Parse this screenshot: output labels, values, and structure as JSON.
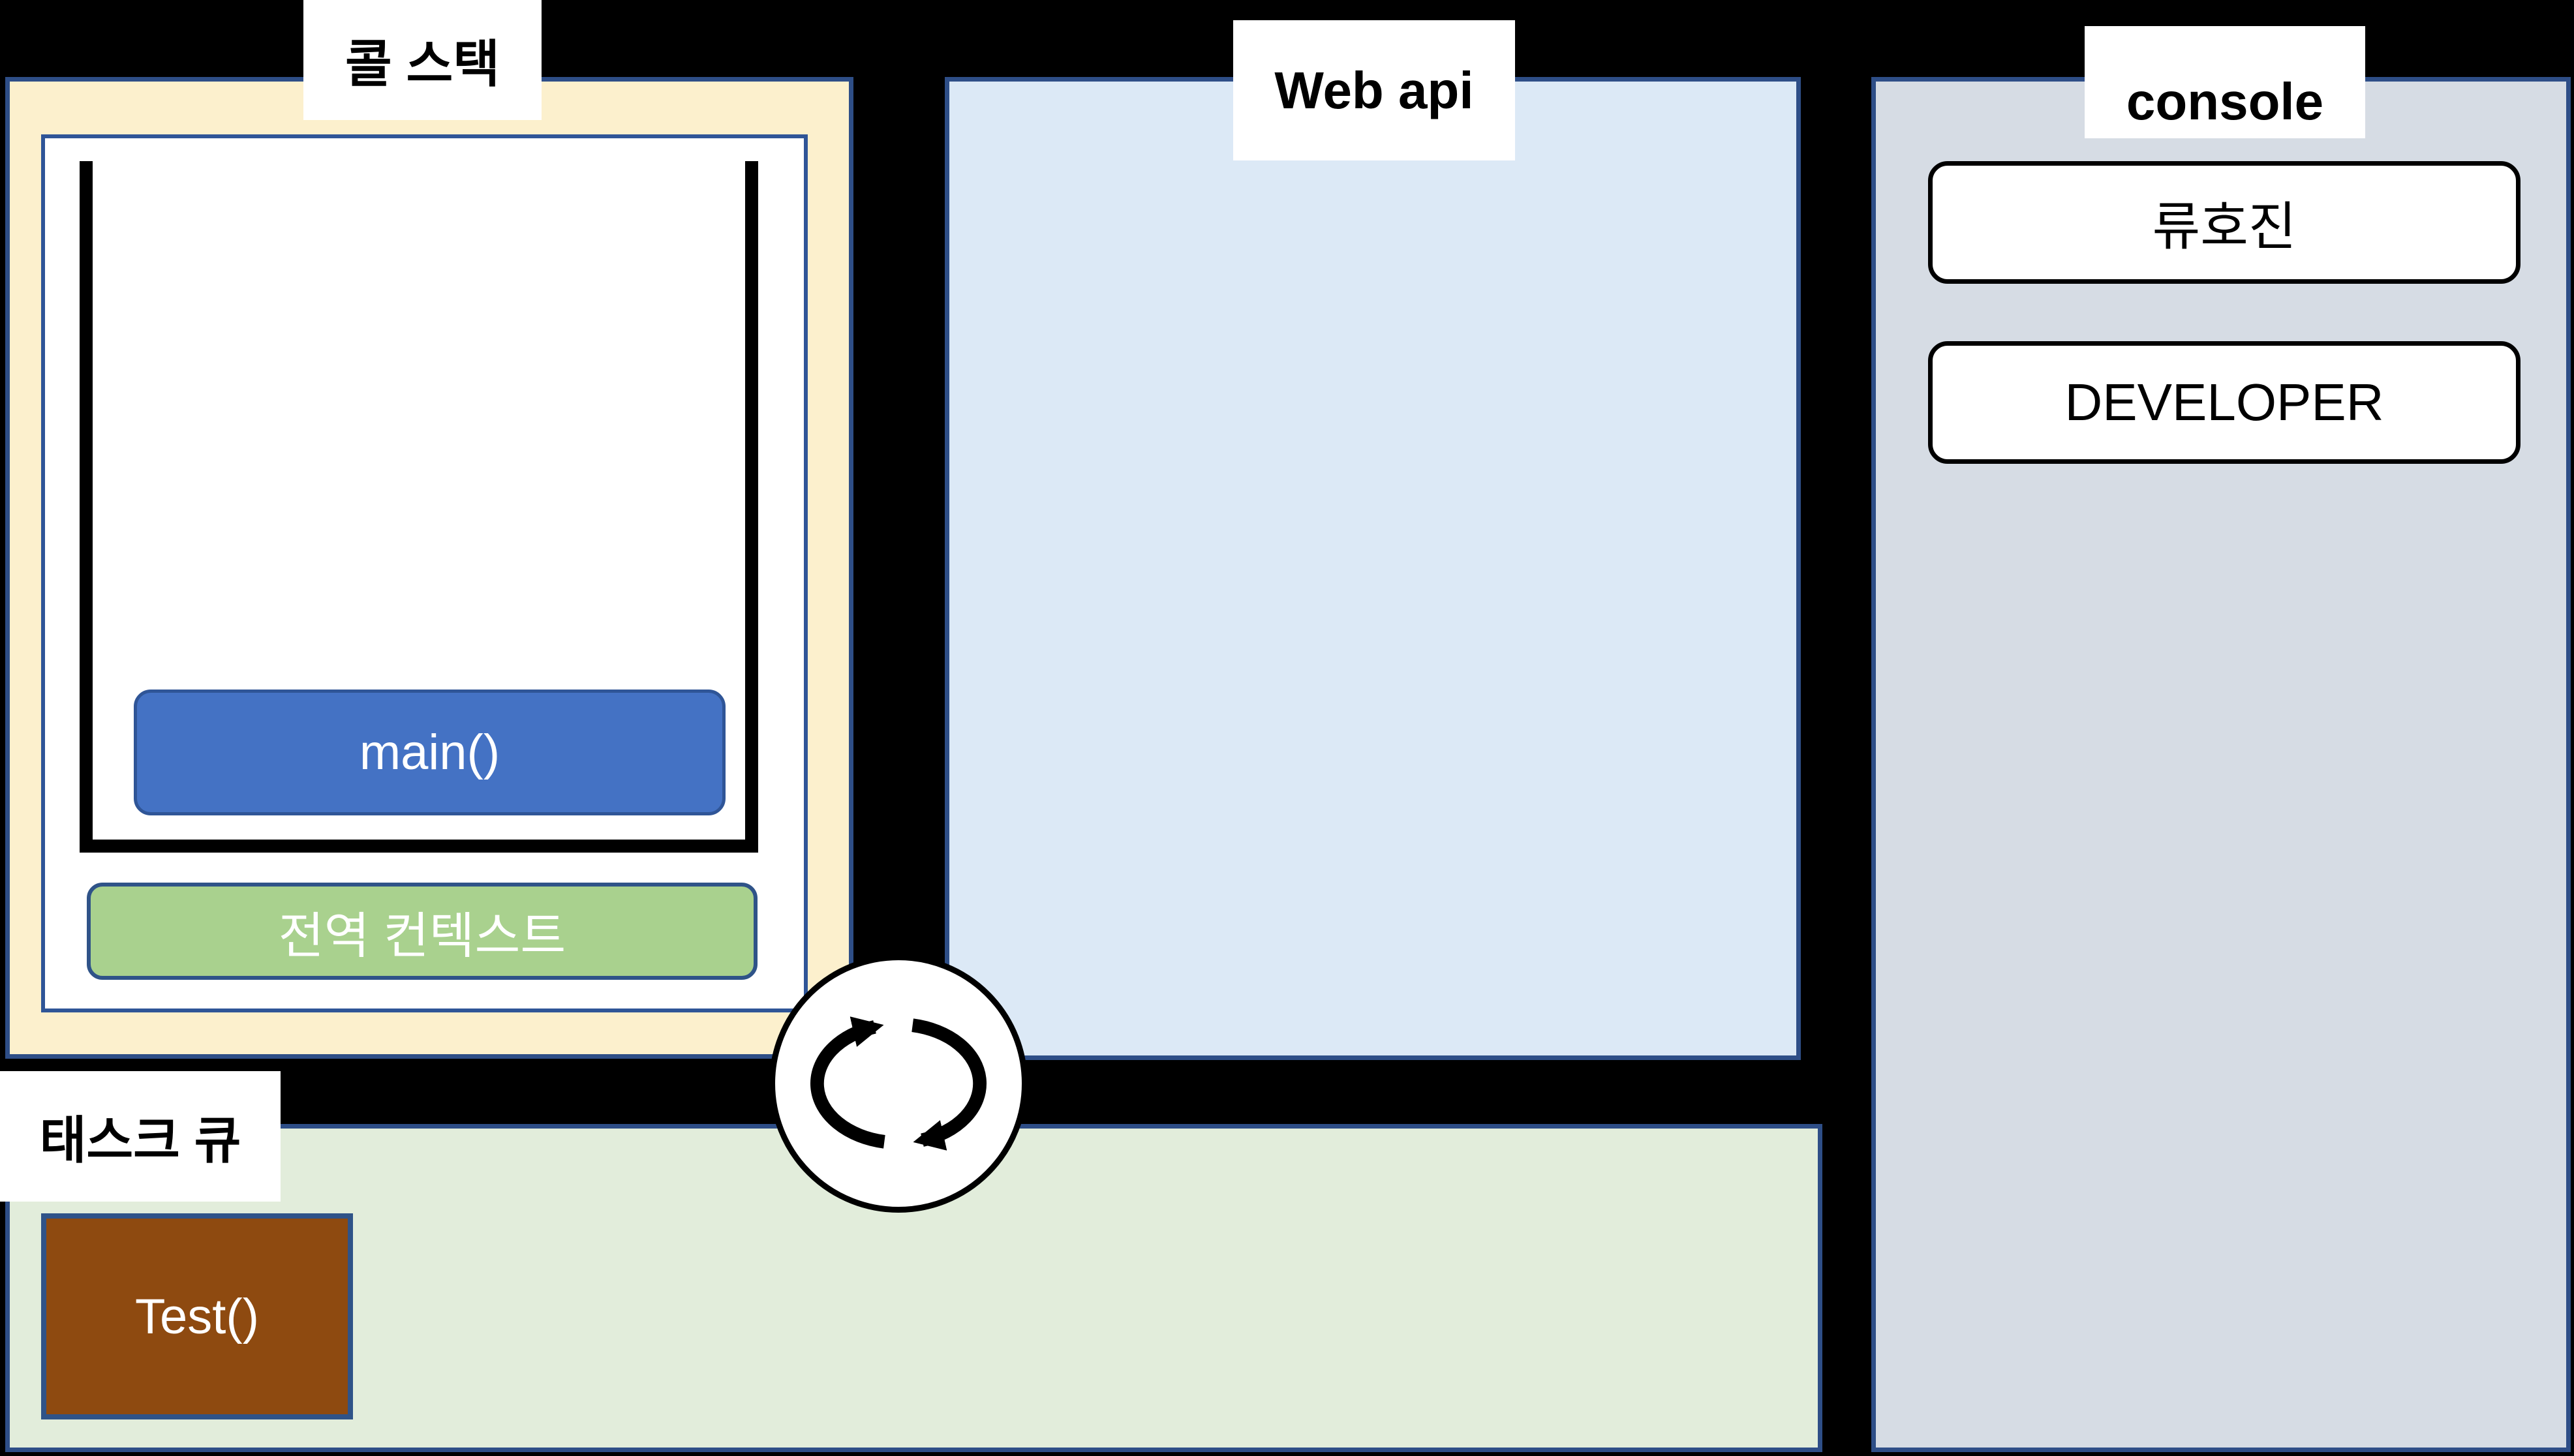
{
  "panels": {
    "call_stack": {
      "label": "콜 스택",
      "frames": [
        "main()"
      ],
      "context_label": "전역 컨텍스트"
    },
    "web_api": {
      "label": "Web api"
    },
    "console": {
      "label": "console",
      "entries": [
        "류호진",
        "DEVELOPER"
      ]
    },
    "task_queue": {
      "label": "태스크 큐",
      "items": [
        "Test()"
      ]
    }
  },
  "event_loop": {
    "icon": "cycle-arrows-icon"
  },
  "colors": {
    "background": "#000000",
    "panel_border": "#2E4E87",
    "call_stack_fill": "#FCF0CD",
    "web_api_fill": "#DCE9F6",
    "console_fill": "#D6DCE4",
    "task_queue_fill": "#E2EDDB",
    "stack_frame_fill": "#4472C4",
    "stack_frame_border": "#2F5597",
    "global_context_fill": "#A9D18E",
    "task_item_fill": "#8E4A10"
  }
}
